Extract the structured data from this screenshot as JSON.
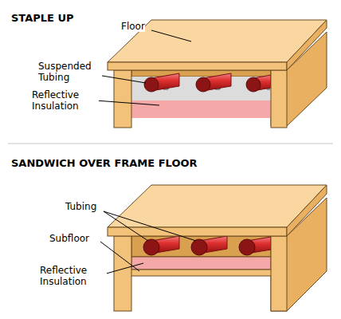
{
  "diagram": {
    "labels": [
      "STAPLE UP",
      "Floor",
      "Suspended Tubing",
      "Reflective Insulation",
      "SANDWICH OVER FRAME FLOOR",
      "Tubing",
      "Subfloor",
      "Reflective Insulation"
    ]
  }
}
